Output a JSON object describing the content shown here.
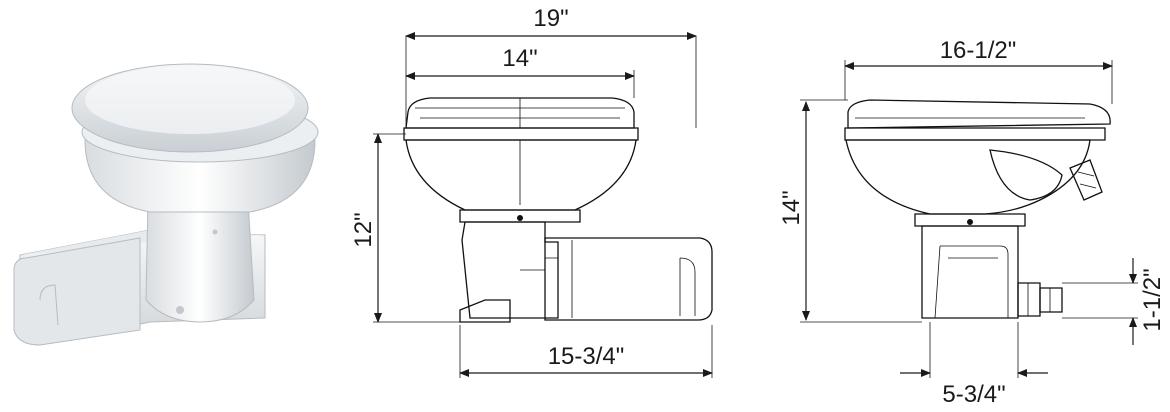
{
  "dimensions": {
    "width_overall": "19\"",
    "bowl_width": "14\"",
    "height_to_rim": "12\"",
    "base_length": "15-3/4\"",
    "side_width": "16-1/2\"",
    "overall_height": "14\"",
    "outlet_height": "1-1/2\"",
    "base_width": "5-3/4\""
  },
  "colors": {
    "line": "#111111",
    "body": "#ffffff",
    "render_shadow": "#c9cfd4"
  }
}
